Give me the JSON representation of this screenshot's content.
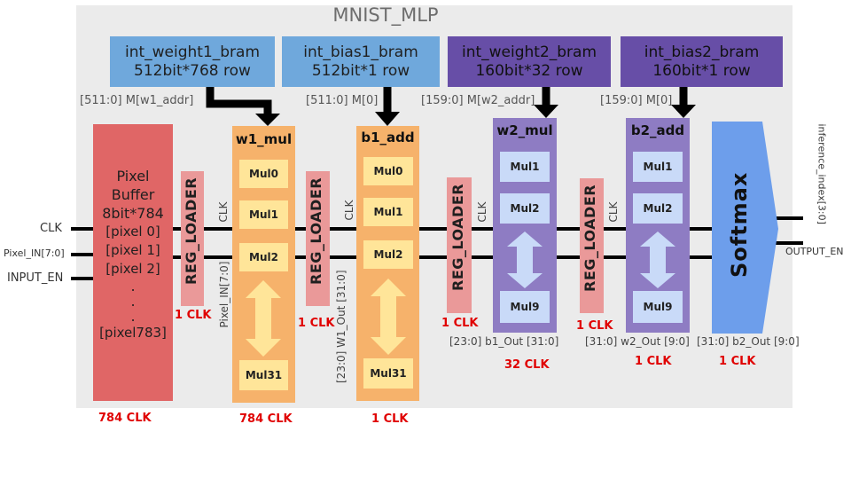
{
  "title": "MNIST_MLP",
  "brams": [
    {
      "line1": "int_weight1_bram",
      "line2": "512bit*768 row",
      "addr": "[511:0] M[w1_addr]"
    },
    {
      "line1": "int_bias1_bram",
      "line2": "512bit*1 row",
      "addr": "[511:0] M[0]"
    },
    {
      "line1": "int_weight2_bram",
      "line2": "160bit*32 row",
      "addr": "[159:0] M[w2_addr]"
    },
    {
      "line1": "int_bias2_bram",
      "line2": "160bit*1 row",
      "addr": "[159:0] M[0]"
    }
  ],
  "inputs": {
    "clk": "CLK",
    "pixel_in": "Pixel_IN[7:0]",
    "input_en": "INPUT_EN"
  },
  "pixel_buffer": {
    "lines": [
      "Pixel",
      "Buffer",
      "8bit*784",
      "[pixel 0]",
      "[pixel 1]",
      "[pixel 2]",
      ".",
      ".",
      ".",
      "[pixel783]"
    ],
    "clk": "784 CLK"
  },
  "reg_loader_label": "REG_LOADER",
  "reg_clk_label": "CLK",
  "reg_loaders": [
    {
      "clk": "1 CLK",
      "out": "Pixel_IN[7:0]"
    },
    {
      "clk": "1 CLK",
      "out": "[23:0] W1_Out [31:0]"
    },
    {
      "clk": "1 CLK",
      "out": "[23:0] b1_Out [31:0]"
    },
    {
      "clk": "1 CLK",
      "out": "[31:0] w2_Out [9:0]"
    }
  ],
  "w1_mul": {
    "title": "w1_mul",
    "cells": [
      "Mul0",
      "Mul1",
      "Mul2",
      "Mul31"
    ],
    "clk": "784 CLK"
  },
  "b1_add": {
    "title": "b1_add",
    "cells": [
      "Mul0",
      "Mul1",
      "Mul2",
      "Mul31"
    ],
    "clk": "1 CLK"
  },
  "w2_mul": {
    "title": "w2_mul",
    "cells": [
      "Mul1",
      "Mul2",
      "Mul9"
    ],
    "clk": "32 CLK"
  },
  "b2_add": {
    "title": "b2_add",
    "cells": [
      "Mul1",
      "Mul2",
      "Mul9"
    ],
    "clk": "1 CLK"
  },
  "softmax": {
    "label": "Softmax",
    "in": "[31:0] b2_Out [9:0]",
    "clk": "1 CLK"
  },
  "outputs": {
    "inference": "inference_index[3:0]",
    "output_en": "OUTPUT_EN"
  },
  "colors": {
    "bram_blue": "#6fa8dc",
    "bram_purple": "#674ea7",
    "pixel_buffer": "#e06666",
    "reg_loader": "#ea9999",
    "orange_module": "#f6b26b",
    "orange_cell": "#ffe599",
    "purple_module": "#8e7cc3",
    "purple_cell": "#c9daf8",
    "softmax": "#6d9eeb",
    "clk_text": "#e00000"
  }
}
